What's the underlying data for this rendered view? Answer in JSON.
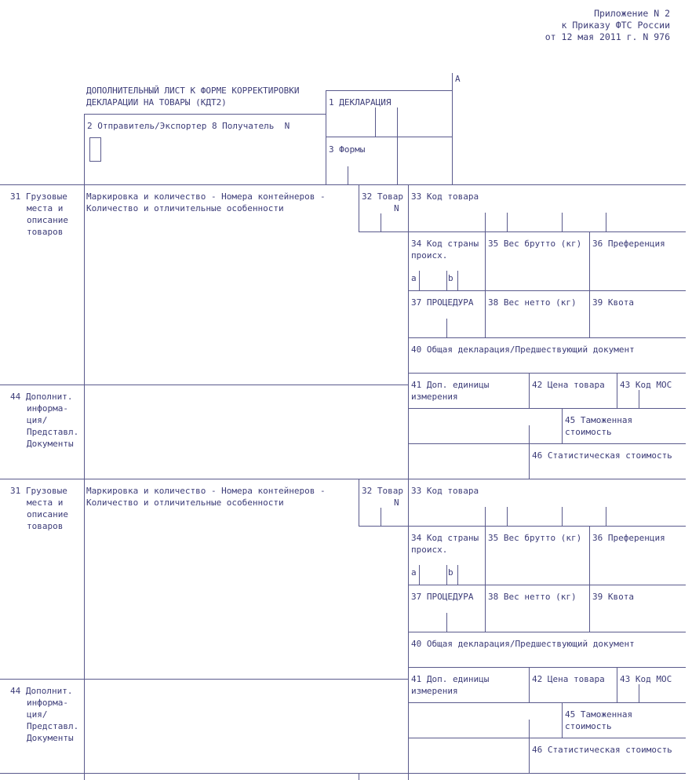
{
  "header": {
    "line1": "Приложение N 2",
    "line2": "к Приказу ФТС России",
    "line3": "от 12 мая 2011 г. N 976"
  },
  "top": {
    "title_line1": "ДОПОЛНИТЕЛЬНЫЙ ЛИСТ К ФОРМЕ КОРРЕКТИРОВКИ",
    "title_line2": "ДЕКЛАРАЦИИ НА ТОВАРЫ (КДТ2)",
    "marker_a": "А",
    "declaration": "1 ДЕКЛАРАЦИЯ",
    "forms": "3 Формы",
    "sender_receiver": "2 Отправитель/Экспортер 8 Получатель  N"
  },
  "blocks": [
    {
      "b31_line1": "31 Грузовые",
      "b31_line2": "места и",
      "b31_line3": "описание",
      "b31_line4": "товаров",
      "marking_line1": "Маркировка и количество - Номера контейнеров -",
      "marking_line2": "Количество и отличительные особенности",
      "b32_line1": "32 Товар",
      "b32_line2": "N",
      "b33": "33 Код товара",
      "b34_line1": "34 Код страны",
      "b34_line2": "происх.",
      "b34_a": "a",
      "b34_b": "b",
      "b35": "35 Вес брутто (кг)",
      "b36": "36 Преференция",
      "b37": "37 ПРОЦЕДУРА",
      "b38": "38 Вес нетто (кг)",
      "b39": "39 Квота",
      "b40": "40 Общая декларация/Предшествующий документ",
      "b41_line1": "41 Доп. единицы",
      "b41_line2": "измерения",
      "b42": "42 Цена товара",
      "b43": "43 Код МОС",
      "b44_line1": "44 Дополнит.",
      "b44_line2": "информа-",
      "b44_line3": "ция/",
      "b44_line4": "Представл.",
      "b44_line5": "Документы",
      "b45_line1": "45 Таможенная",
      "b45_line2": "стоимость",
      "b46": "46 Статистическая стоимость"
    },
    {
      "b31_line1": "31 Грузовые",
      "b31_line2": "места и",
      "b31_line3": "описание",
      "b31_line4": "товаров",
      "marking_line1": "Маркировка и количество - Номера контейнеров -",
      "marking_line2": "Количество и отличительные особенности",
      "b32_line1": "32 Товар",
      "b32_line2": "N",
      "b33": "33 Код товара",
      "b34_line1": "34 Код страны",
      "b34_line2": "происх.",
      "b34_a": "a",
      "b34_b": "b",
      "b35": "35 Вес брутто (кг)",
      "b36": "36 Преференция",
      "b37": "37 ПРОЦЕДУРА",
      "b38": "38 Вес нетто (кг)",
      "b39": "39 Квота",
      "b40": "40 Общая декларация/Предшествующий документ",
      "b41_line1": "41 Доп. единицы",
      "b41_line2": "измерения",
      "b42": "42 Цена товара",
      "b43": "43 Код МОС",
      "b44_line1": "44 Дополнит.",
      "b44_line2": "информа-",
      "b44_line3": "ция/",
      "b44_line4": "Представл.",
      "b44_line5": "Документы",
      "b45_line1": "45 Таможенная",
      "b45_line2": "стоимость",
      "b46": "46 Статистическая стоимость"
    }
  ]
}
